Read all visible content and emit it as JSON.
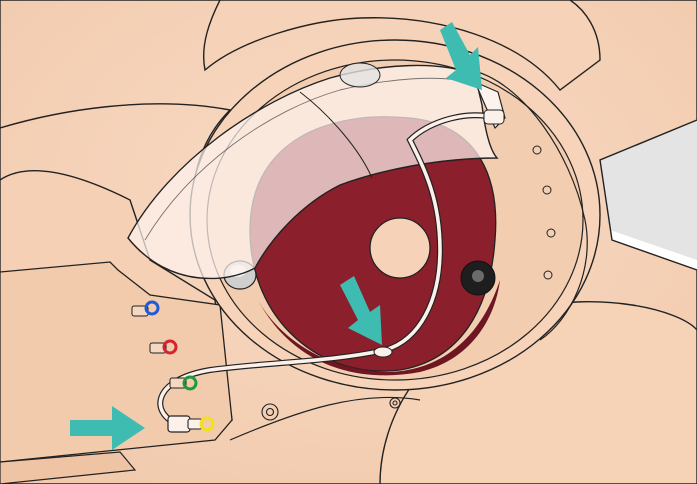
{
  "illustration": {
    "subject": "manikin-abdomen-insert-with-tubing",
    "arrow_count": 3,
    "connector_port_count": 4,
    "colors": {
      "background": "#ffffff",
      "skin": "#f4cdb0",
      "skin_light": "#f7d8c0",
      "skin_shadow": "#eec4a6",
      "outline": "#222222",
      "cavity": "#8c1f2c",
      "cavity_dark": "#6e1622",
      "cover": "#fdf3ee",
      "arrow": "#3fbcb2",
      "port_blue": "#1f5bd9",
      "port_red": "#d4242f",
      "port_green": "#1f9a3a",
      "port_yellow": "#f1e21b",
      "gray_band": "#e4e4e4"
    },
    "arrows": [
      {
        "name": "arrow-top-right",
        "icon": "arrow-down-left-icon"
      },
      {
        "name": "arrow-center",
        "icon": "arrow-down-right-icon"
      },
      {
        "name": "arrow-bottom-left",
        "icon": "arrow-right-icon"
      }
    ],
    "ports": [
      {
        "name": "port-blue",
        "color_key": "port_blue"
      },
      {
        "name": "port-red",
        "color_key": "port_red"
      },
      {
        "name": "port-green",
        "color_key": "port_green"
      },
      {
        "name": "port-yellow",
        "color_key": "port_yellow"
      }
    ]
  }
}
